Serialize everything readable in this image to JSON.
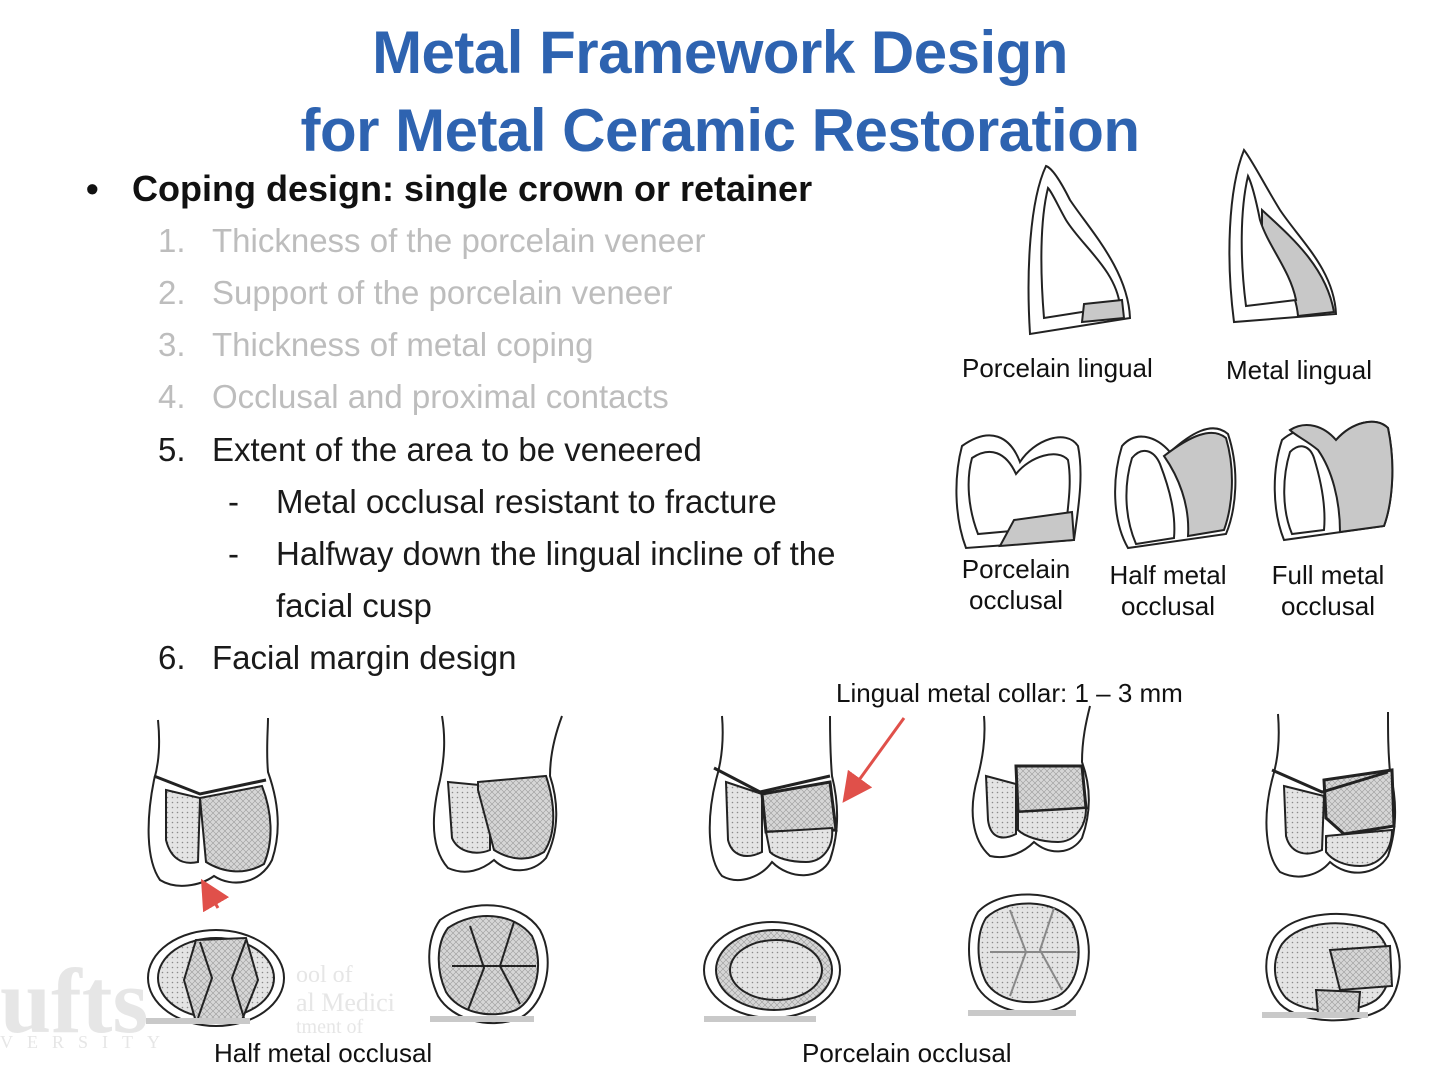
{
  "title": {
    "line1": "Metal Framework Design",
    "line2": "for Metal Ceramic Restoration"
  },
  "bullet": {
    "symbol": "•",
    "text": "Coping design: single crown or retainer"
  },
  "items": [
    {
      "num": "1.",
      "text": "Thickness of the porcelain veneer",
      "faded": true
    },
    {
      "num": "2.",
      "text": "Support of the porcelain veneer",
      "faded": true
    },
    {
      "num": "3.",
      "text": "Thickness of metal coping",
      "faded": true
    },
    {
      "num": "4.",
      "text": "Occlusal and proximal contacts",
      "faded": true
    },
    {
      "num": "5.",
      "text": "Extent of the area to be veneered",
      "faded": false
    },
    {
      "num": "6.",
      "text": "Facial margin design",
      "faded": false
    }
  ],
  "subitems": [
    {
      "dash": "-",
      "text": "Metal occlusal resistant to fracture"
    },
    {
      "dash": "-",
      "text": "Halfway down the lingual incline of the"
    }
  ],
  "subitem_continuation": "facial cusp",
  "captions": {
    "porcelain_lingual": "Porcelain lingual",
    "metal_lingual": "Metal lingual",
    "porcelain_occlusal_l1": "Porcelain",
    "porcelain_occlusal_l2": "occlusal",
    "half_metal_l1": "Half metal",
    "half_metal_l2": "occlusal",
    "full_metal_l1": "Full metal",
    "full_metal_l2": "occlusal",
    "bottom_half_metal": "Half metal occlusal",
    "bottom_porcelain": "Porcelain occlusal"
  },
  "annotation": "Lingual metal collar: 1 – 3 mm",
  "watermark": {
    "logo": "ufts",
    "line1": "ool of",
    "line2": "al Medici",
    "line3": "tment of",
    "university": "VERSITY"
  },
  "colors": {
    "title": "#2e63b0",
    "faded_text": "#bdbdbd",
    "arrow": "#e0504a",
    "metal_fill": "#c8c8c8"
  }
}
